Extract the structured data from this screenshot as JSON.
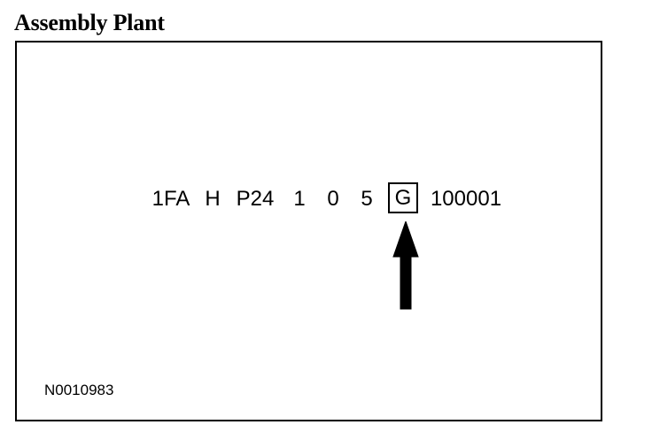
{
  "title": "Assembly Plant",
  "vin_segments": [
    "1FA",
    "H",
    "P24",
    "1",
    "0",
    "5",
    "G",
    "100001"
  ],
  "highlighted_segment": "G",
  "arrow_icon": "up-arrow-icon",
  "figure_id": "N0010983"
}
